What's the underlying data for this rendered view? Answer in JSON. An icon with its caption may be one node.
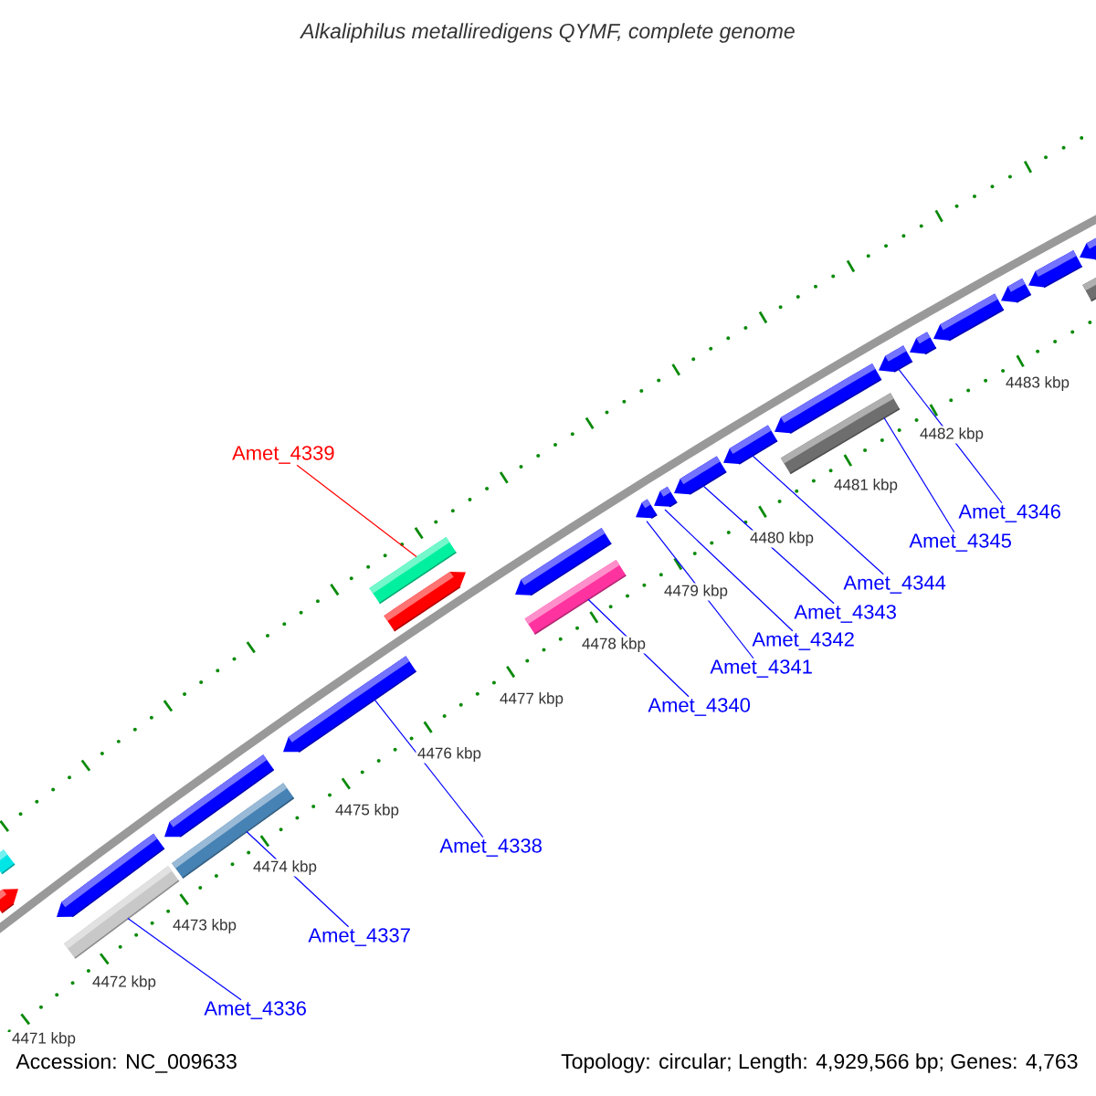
{
  "diagram": {
    "title": "Alkaliphilus metalliredigens QYMF, complete genome",
    "nodes": [
      {
        "text": [
          "Amet_4339"
        ]
      },
      {
        "text": [
          "Amet_4346"
        ]
      },
      {
        "text": [
          "Amet_4345"
        ]
      },
      {
        "text": [
          "Amet_4344"
        ]
      },
      {
        "text": [
          "Amet_4343"
        ]
      },
      {
        "text": [
          "Amet_4342"
        ]
      },
      {
        "text": [
          "Amet_4341"
        ]
      },
      {
        "text": [
          "Amet_4340"
        ]
      },
      {
        "text": [
          "Amet_4338"
        ]
      },
      {
        "text": [
          "Amet_4337"
        ]
      },
      {
        "text": [
          "Amet_4336"
        ]
      },
      {
        "text": [],
        "shape": "bar"
      },
      {
        "text": [],
        "shape": "bar"
      },
      {
        "text": [],
        "shape": "bar"
      },
      {
        "text": [],
        "shape": "bar"
      },
      {
        "text": [],
        "shape": "bar"
      },
      {
        "text": [],
        "shape": "bar"
      },
      {
        "text": [],
        "shape": "bar"
      },
      {
        "text": [],
        "shape": "bar"
      },
      {
        "text": [],
        "shape": "bar"
      },
      {
        "text": [],
        "shape": "bar"
      },
      {
        "text": [],
        "shape": "bar"
      },
      {
        "text": [],
        "shape": "bar"
      },
      {
        "text": [],
        "shape": "bar"
      },
      {
        "text": [],
        "shape": "bar"
      },
      {
        "text": [],
        "shape": "bar"
      },
      {
        "text": [],
        "shape": "bar"
      },
      {
        "text": [],
        "shape": "bar"
      },
      {
        "text": [],
        "shape": "bar"
      },
      {
        "text": [],
        "shape": "bar"
      },
      {
        "text": [],
        "shape": "bar"
      },
      {
        "text": [],
        "shape": "bar"
      },
      {
        "text": [],
        "shape": "bar"
      },
      {
        "text": [],
        "shape": "bar"
      },
      {
        "text": [],
        "shape": "bar"
      }
    ],
    "edges": [
      {
        "from": 0,
        "to": 18,
        "arrow": "none",
        "color": "#ff0000"
      },
      {
        "from": 1,
        "to": 28,
        "arrow": "none"
      },
      {
        "from": 2,
        "to": 27,
        "arrow": "none"
      },
      {
        "from": 3,
        "to": 25,
        "arrow": "none"
      },
      {
        "from": 4,
        "to": 24,
        "arrow": "none"
      },
      {
        "from": 5,
        "to": 23,
        "arrow": "none"
      },
      {
        "from": 6,
        "to": 22,
        "arrow": "none"
      },
      {
        "from": 7,
        "to": 21,
        "arrow": "none"
      },
      {
        "from": 8,
        "to": 17,
        "arrow": "none"
      },
      {
        "from": 9,
        "to": 16,
        "arrow": "none"
      },
      {
        "from": 10,
        "to": 14,
        "arrow": "none"
      }
    ],
    "labels": [
      "4483 kbp",
      "4482 kbp",
      "4481 kbp",
      "4480 kbp",
      "4479 kbp",
      "4478 kbp",
      "4477 kbp",
      "4476 kbp",
      "4475 kbp",
      "4474 kbp",
      "4473 kbp",
      "4472 kbp",
      "4471 kbp",
      "Accession: NC_009633",
      "Topology: circular; Length: 4,929,566 bp; Genes: 4,763"
    ]
  }
}
